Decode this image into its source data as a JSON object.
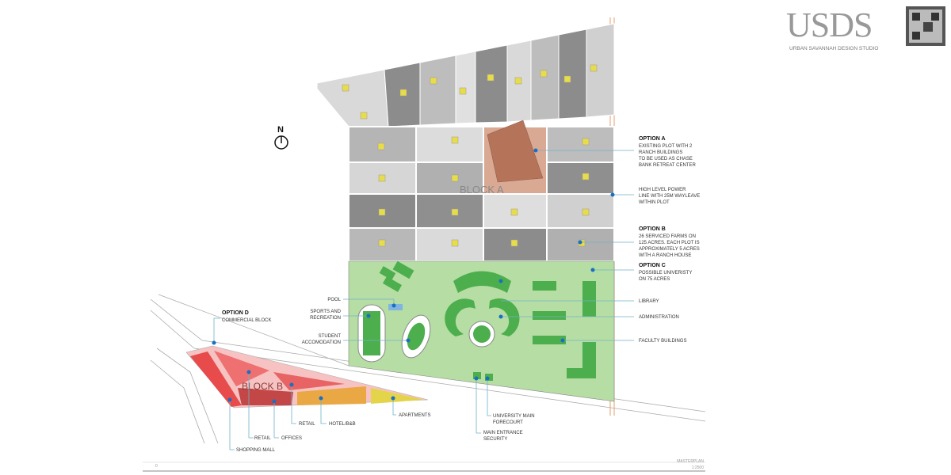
{
  "logo": {
    "letters": "USDS",
    "name": "URBAN SAVANNAH DESIGN STUDIO"
  },
  "north": {
    "label": "N"
  },
  "blocks": {
    "a": "BLOCK A",
    "b": "BLOCK B"
  },
  "options": {
    "a": {
      "title": "OPTION A",
      "lines": [
        "EXISTING PLOT WITH 2",
        "RANCH BUILDINGS",
        "TO BE USED AS CHASE",
        "BANK RETREAT CENTER"
      ]
    },
    "power": {
      "lines": [
        "HIGH LEVEL POWER",
        "LINE WITH 25M WAYLEAVE",
        "WITHIN PLOT"
      ]
    },
    "b": {
      "title": "OPTION B",
      "lines": [
        "26 SERVICED FARMS ON",
        "125 ACRES. EACH PLOT IS",
        "APPROXIMATELY 5 ACRES",
        "WITH A RANCH HOUSE"
      ]
    },
    "c": {
      "title": "OPTION C",
      "lines": [
        "POSSIBLE UNIVERISTY",
        "ON 75 ACRES"
      ]
    },
    "d": {
      "title": "OPTION D",
      "lines": [
        "COMMERCIAL BLOCK"
      ]
    }
  },
  "labels": {
    "library": "LIBRARY",
    "administration": "ADMINISTRATION",
    "faculty": "FACULTY BUILDINGS",
    "pool": "POOL",
    "sports": [
      "SPORTS AND",
      "RECREATION"
    ],
    "student": [
      "STUDENT",
      "ACCOMODATION"
    ],
    "apartments": "APARTMENTS",
    "hotel": "HOTEL/B&B",
    "retail1": "RETAIL",
    "retail2": "RETAIL",
    "offices": "OFFICES",
    "mall": "SHOPPING MALL",
    "forecourt": [
      "UNIVERSITY MAIN",
      "FORECOURT"
    ],
    "security": [
      "MAIN ENTRANCE",
      "SECURITY"
    ]
  },
  "titleblock": {
    "title": "MASTERPLAN",
    "scale": "1:2500",
    "sheet": "0"
  }
}
